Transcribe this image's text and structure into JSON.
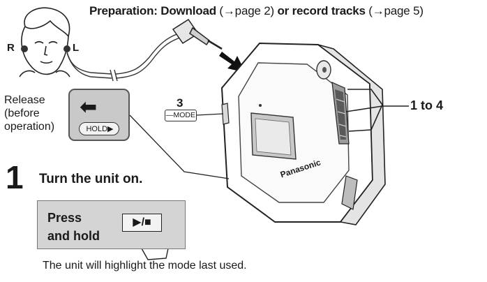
{
  "header": {
    "prep_label": "Preparation:",
    "download": "Download",
    "download_ref": "(→page 2)",
    "or_record": "or record tracks",
    "record_ref": "(→page 5)"
  },
  "face": {
    "right_label": "R",
    "left_label": "L"
  },
  "hold": {
    "release_text": "Release\n(before\noperation)",
    "switch_label": "HOLD▶"
  },
  "mode": {
    "number": "3",
    "button_label": "—MODE"
  },
  "device": {
    "brand": "Panasonic"
  },
  "side_buttons": {
    "label": "1 to 4"
  },
  "step1": {
    "number": "1",
    "title": "Turn the unit on.",
    "instruction": "Press\nand hold",
    "button_symbol": "▶/■"
  },
  "footer": {
    "note": "The unit will highlight the mode last used."
  }
}
